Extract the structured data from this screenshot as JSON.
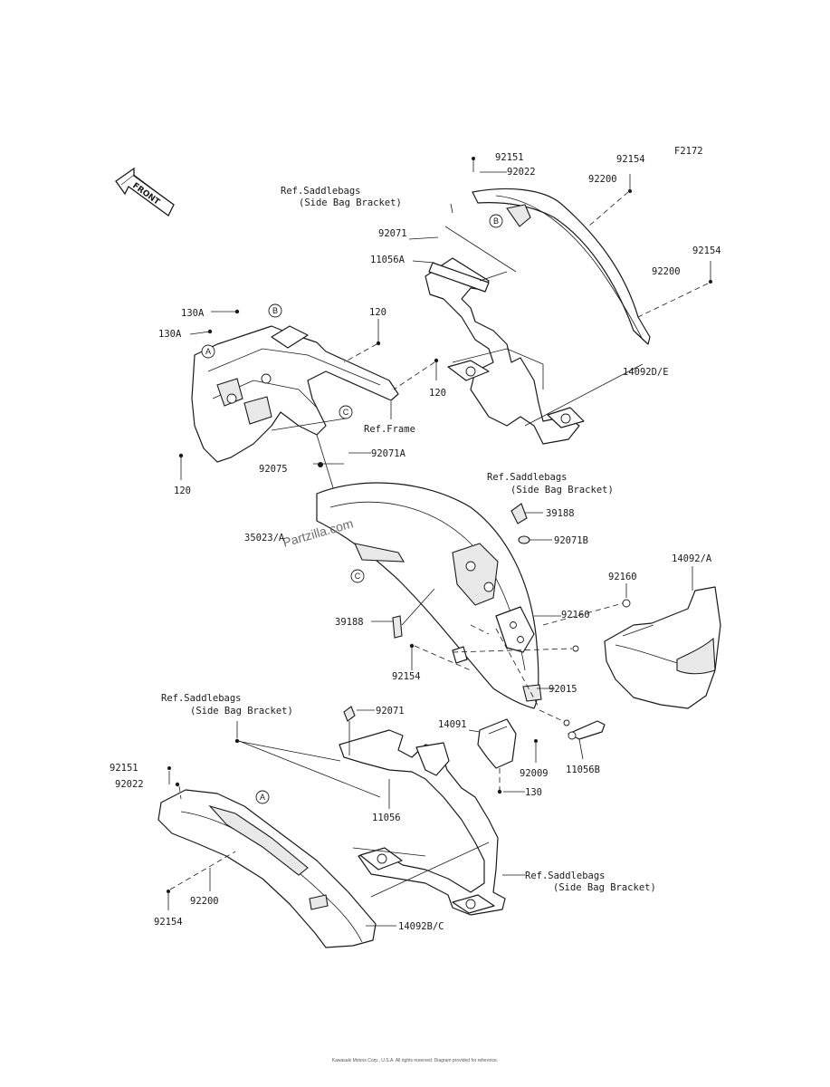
{
  "diagram_code": "F2172",
  "watermark": "Partzilla.com",
  "front_arrow": {
    "label": "FRONT"
  },
  "circle_refs": [
    "A",
    "B",
    "C"
  ],
  "labels": {
    "p92151_top": "92151",
    "p92022_top": "92022",
    "p92154_top": "92154",
    "p92200_top": "92200",
    "ref_saddle_top_1": "Ref.Saddlebags",
    "ref_saddle_top_2": "(Side Bag Bracket)",
    "p92071_top": "92071",
    "p11056A": "11056A",
    "p92154_mid": "92154",
    "p92200_mid": "92200",
    "p14092D_E": "14092D/E",
    "p130A_1": "130A",
    "p130A_2": "130A",
    "p120_a": "120",
    "p120_b": "120",
    "p120_c": "120",
    "ref_frame": "Ref.Frame",
    "p92071A": "92071A",
    "p92075": "92075",
    "ref_saddle_mid_1": "Ref.Saddlebags",
    "ref_saddle_mid_2": "(Side Bag Bracket)",
    "p35023A": "35023/A",
    "p39188_a": "39188",
    "p92071B": "92071B",
    "p14092_A": "14092/A",
    "p92160_a": "92160",
    "p92160_b": "92160",
    "p39188_b": "39188",
    "p92154_low": "92154",
    "p92015": "92015",
    "ref_saddle_low_1": "Ref.Saddlebags",
    "ref_saddle_low_2": "(Side Bag Bracket)",
    "p92071_low": "92071",
    "p14091": "14091",
    "p92009": "92009",
    "p11056B": "11056B",
    "p92151_low": "92151",
    "p92022_low": "92022",
    "p130": "130",
    "p11056": "11056",
    "ref_saddle_bot_1": "Ref.Saddlebags",
    "ref_saddle_bot_2": "(Side Bag Bracket)",
    "p92200_low": "92200",
    "p92154_bot": "92154",
    "p14092B_C": "14092B/C"
  },
  "footer_text": "Kawasaki Motors Corp., U.S.A. All rights reserved. Diagram provided for reference."
}
